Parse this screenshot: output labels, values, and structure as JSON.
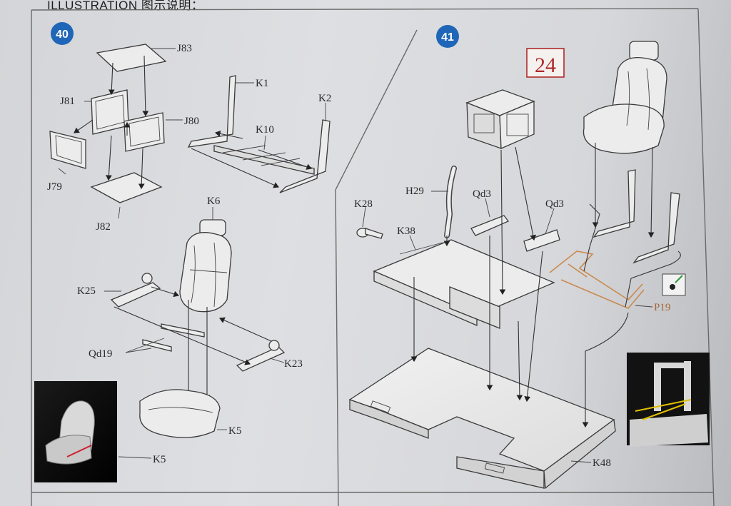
{
  "header": {
    "title": "ILLUSTRATION 图示说明："
  },
  "stamp": {
    "value": "24",
    "color": "#b02a2a"
  },
  "steps": [
    {
      "number": "40",
      "color": "#1f66b8",
      "labels": [
        "J83",
        "J81",
        "J80",
        "J79",
        "J82",
        "K1",
        "K2",
        "K10",
        "K6",
        "K25",
        "Qd19",
        "K23",
        "K5",
        "K5"
      ]
    },
    {
      "number": "41",
      "color": "#1f66b8",
      "labels": [
        "H29",
        "Qd3",
        "Qd3",
        "K28",
        "K38",
        "P19",
        "K48"
      ]
    }
  ],
  "colors": {
    "leader_lines": "#333333",
    "photo_etch": "#c98a50"
  },
  "icons": [
    "seat-icon",
    "photo-inset-seat",
    "photo-inset-frame",
    "glue-icon"
  ]
}
